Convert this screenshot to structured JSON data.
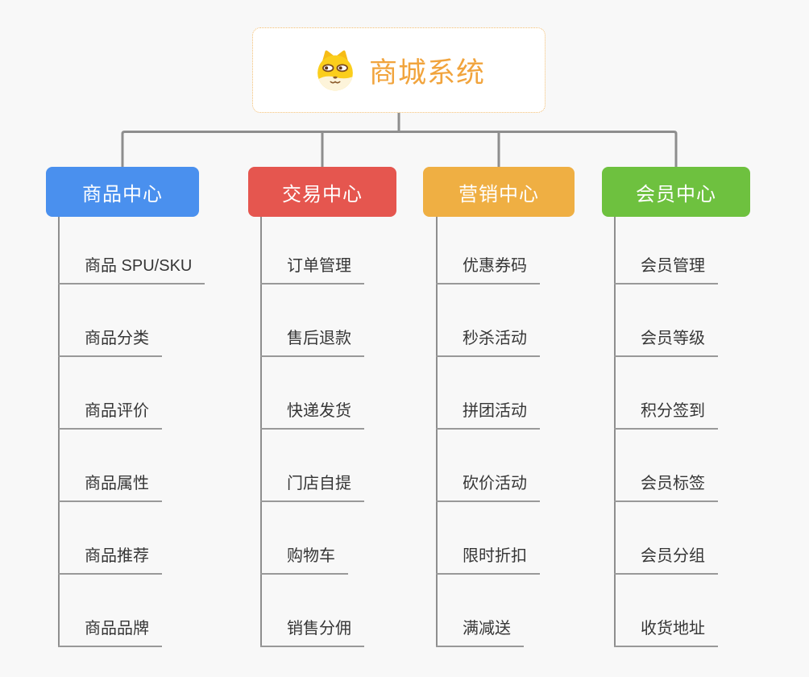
{
  "page": {
    "background": "#F8F8F8"
  },
  "root": {
    "label": "商城系统",
    "icon": "dog-icon",
    "text_color": "#F1A43D",
    "border_color": "#F3BE71"
  },
  "connector_color": "#8E8E8E",
  "underline_color": "#999999",
  "branches": [
    {
      "label": "商品中心",
      "color": "#4A90EE",
      "items": [
        "商品 SPU/SKU",
        "商品分类",
        "商品评价",
        "商品属性",
        "商品推荐",
        "商品品牌"
      ]
    },
    {
      "label": "交易中心",
      "color": "#E5564F",
      "items": [
        "订单管理",
        "售后退款",
        "快递发货",
        "门店自提",
        "购物车",
        "销售分佣"
      ]
    },
    {
      "label": "营销中心",
      "color": "#EFAF43",
      "items": [
        "优惠券码",
        "秒杀活动",
        "拼团活动",
        "砍价活动",
        "限时折扣",
        "满减送"
      ]
    },
    {
      "label": "会员中心",
      "color": "#6EC13F",
      "items": [
        "会员管理",
        "会员等级",
        "积分签到",
        "会员标签",
        "会员分组",
        "收货地址"
      ]
    }
  ]
}
